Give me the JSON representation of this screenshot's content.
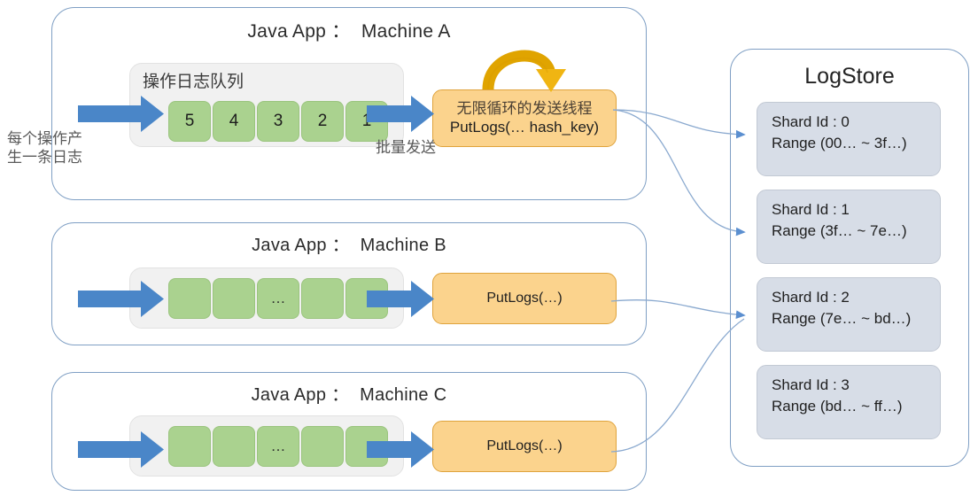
{
  "diagram": {
    "title_note": "Java App log shipping to LogStore shards",
    "colors": {
      "panel_border": "#7f9fc4",
      "queue_bg": "#f1f1f1",
      "cell_green": "#aad28f",
      "putlogs_orange": "#fbd38d",
      "putlogs_border": "#dfa33c",
      "arrow_blue": "#4a86c8",
      "loop_arrow_gold": "#e8a605",
      "shard_bg": "#d7dde7",
      "connector_line": "#7f9fc4"
    }
  },
  "machines": [
    {
      "title": "Java App ：  Machine A",
      "queue_label": "操作日志队列",
      "cells": [
        "5",
        "4",
        "3",
        "2",
        "1"
      ],
      "putlogs": {
        "line1": "无限循环的发送线程",
        "line2": "PutLogs(… hash_key)"
      },
      "captions": {
        "left": "每个操作产\n生一条日志",
        "batch": "批量发送"
      },
      "has_loop_arrow": true
    },
    {
      "title": "Java App ：  Machine B",
      "queue_label": "",
      "cells": [
        "",
        "",
        "…",
        "",
        ""
      ],
      "putlogs": {
        "line1": "",
        "line2": "PutLogs(…)"
      },
      "captions": {
        "left": "",
        "batch": ""
      },
      "has_loop_arrow": false
    },
    {
      "title": "Java App ：  Machine C",
      "queue_label": "",
      "cells": [
        "",
        "",
        "…",
        "",
        ""
      ],
      "putlogs": {
        "line1": "",
        "line2": "PutLogs(…)"
      },
      "captions": {
        "left": "",
        "batch": ""
      },
      "has_loop_arrow": false
    }
  ],
  "logstore": {
    "title": "LogStore",
    "shards": [
      {
        "id_label": "Shard Id : 0",
        "range_label": "Range (00… ~ 3f…)"
      },
      {
        "id_label": "Shard Id : 1",
        "range_label": "Range (3f… ~ 7e…)"
      },
      {
        "id_label": "Shard Id : 2",
        "range_label": "Range (7e… ~ bd…)"
      },
      {
        "id_label": "Shard Id : 3",
        "range_label": "Range (bd… ~ ff…)"
      }
    ]
  }
}
